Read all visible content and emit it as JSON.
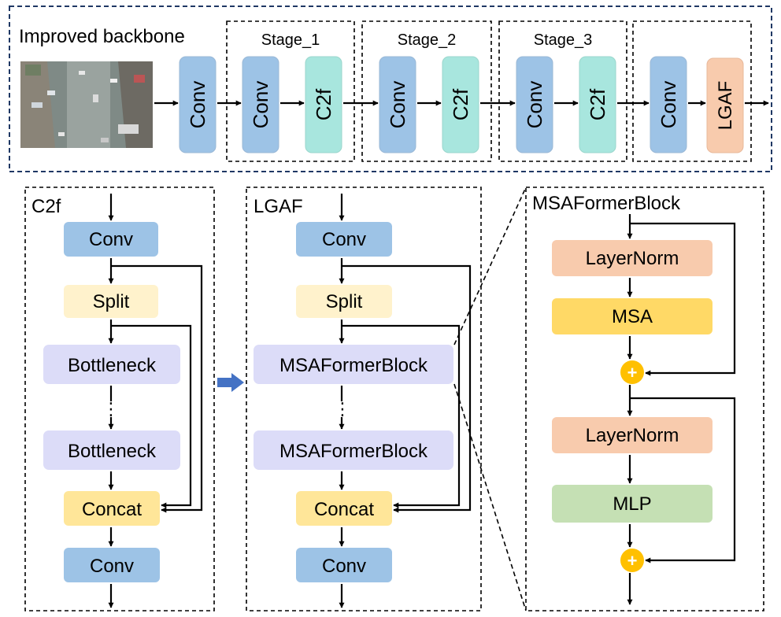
{
  "backbone": {
    "title": "Improved backbone",
    "stem": "Conv",
    "stages": [
      {
        "title": "Stage_1",
        "blocks": [
          "Conv",
          "C2f"
        ]
      },
      {
        "title": "Stage_2",
        "blocks": [
          "Conv",
          "C2f"
        ]
      },
      {
        "title": "Stage_3",
        "blocks": [
          "Conv",
          "C2f"
        ]
      },
      {
        "title": "",
        "blocks": [
          "Conv",
          "LGAF"
        ]
      }
    ]
  },
  "c2f": {
    "title": "C2f",
    "conv_top": "Conv",
    "split": "Split",
    "bottleneck_1": "Bottleneck",
    "bottleneck_2": "Bottleneck",
    "concat": "Concat",
    "conv_bottom": "Conv"
  },
  "lgaf": {
    "title": "LGAF",
    "conv_top": "Conv",
    "split": "Split",
    "block_1": "MSAFormerBlock",
    "block_2": "MSAFormerBlock",
    "concat": "Concat",
    "conv_bottom": "Conv"
  },
  "msa_block": {
    "title": "MSAFormerBlock",
    "norm_1": "LayerNorm",
    "msa": "MSA",
    "norm_2": "LayerNorm",
    "mlp": "MLP",
    "add_symbol": "+"
  },
  "colors": {
    "conv": "#9DC3E6",
    "c2f": "#A8E6DE",
    "lgaf": "#F8CBAD",
    "split": "#FFF2CC",
    "bottleneck": "#DCDCF8",
    "concat": "#FFE699",
    "layernorm": "#F8CBAD",
    "msa": "#FFD966",
    "mlp": "#C5E0B4",
    "add": "#FFC000",
    "transfer_arrow": "#4472C4",
    "outer_border": "#1F3864"
  }
}
